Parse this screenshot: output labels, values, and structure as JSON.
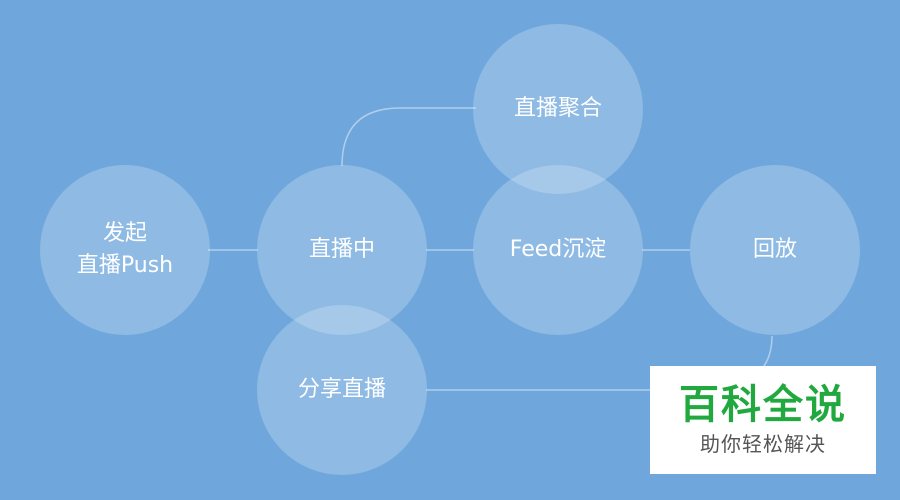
{
  "nodes": {
    "launch": {
      "line1": "发起",
      "line2": "直播Push"
    },
    "live": {
      "label": "直播中"
    },
    "aggregate": {
      "label": "直播聚合"
    },
    "feed": {
      "label": "Feed沉淀"
    },
    "replay": {
      "label": "回放"
    },
    "share": {
      "label": "分享直播"
    }
  },
  "watermark": {
    "title": "百科全说",
    "subtitle": "助你轻松解决"
  },
  "colors": {
    "background": "#6fa7dc",
    "watermark_green": "#21a93f"
  }
}
